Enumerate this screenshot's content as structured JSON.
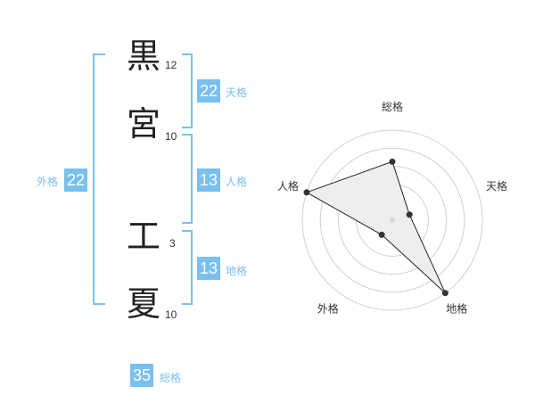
{
  "name_chars": [
    {
      "char": "黒",
      "strokes": "12"
    },
    {
      "char": "宮",
      "strokes": "10"
    },
    {
      "char": "工",
      "strokes": "3"
    },
    {
      "char": "夏",
      "strokes": "10"
    }
  ],
  "scores": {
    "tenkaku": {
      "value": "22",
      "label": "天格"
    },
    "jinkaku": {
      "value": "13",
      "label": "人格"
    },
    "chikaku": {
      "value": "13",
      "label": "地格"
    },
    "gaikaku": {
      "value": "22",
      "label": "外格"
    },
    "soukaku": {
      "value": "35",
      "label": "総格"
    }
  },
  "radar": {
    "axes": [
      "総格",
      "天格",
      "地格",
      "外格",
      "人格"
    ],
    "levels": [
      0.65,
      0.2,
      1.0,
      0.2,
      1.0
    ],
    "rings": 5,
    "colors": {
      "fill": "#eeeeee",
      "stroke": "#222222",
      "grid": "#d0d0d0",
      "point": "#333333"
    }
  },
  "accent_color": "#79c0ef"
}
